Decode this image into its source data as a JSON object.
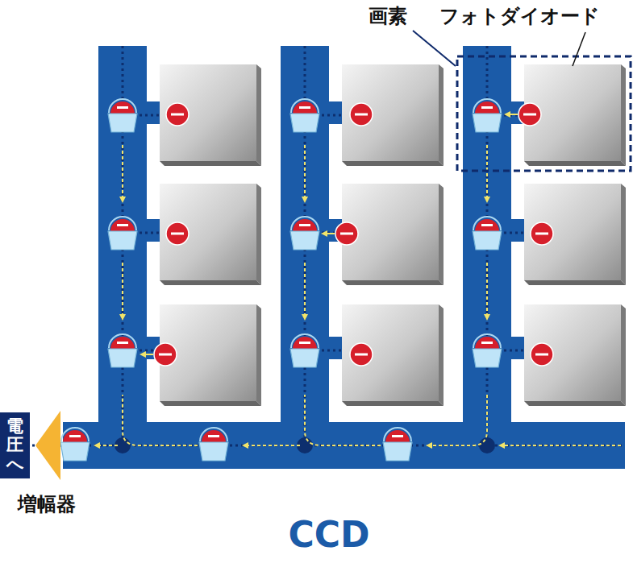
{
  "diagram": {
    "title": "CCD",
    "nodes": [
      {
        "text": [
          "電圧へ"
        ]
      }
    ],
    "labels": [
      "画素",
      "フォトダイオード",
      "増幅器"
    ]
  }
}
